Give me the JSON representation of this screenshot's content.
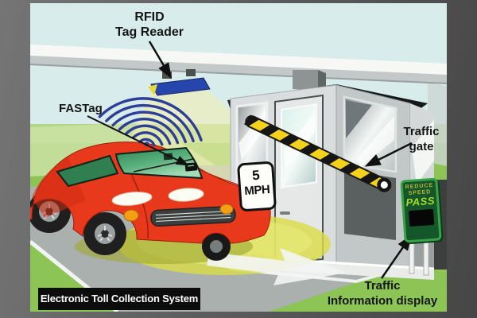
{
  "title_badge": "Electronic Toll Collection System",
  "labels": {
    "rfid_line1": "RFID",
    "rfid_line2": "Tag Reader",
    "fastag": "FASTag",
    "gate_line1": "Traffic",
    "gate_line2": "gate",
    "info_line1": "Traffic",
    "info_line2": "Information display"
  },
  "speed_sign": {
    "value": "5",
    "unit": "MPH"
  },
  "info_display": {
    "line1": "REDUCE",
    "line2": "SPEED",
    "line3": "PASS"
  },
  "colors": {
    "sky": "#d8edeb",
    "grass": "#8cc455",
    "road": "#a9b0ae",
    "car_body": "#e8391c",
    "signal_wave": "#2c3e96",
    "barrier_yellow": "#f4d21c",
    "display_green": "#15572a",
    "display_text": "#a8dc28",
    "badge_bg": "#0c0c0c",
    "label_text": "#151515"
  }
}
